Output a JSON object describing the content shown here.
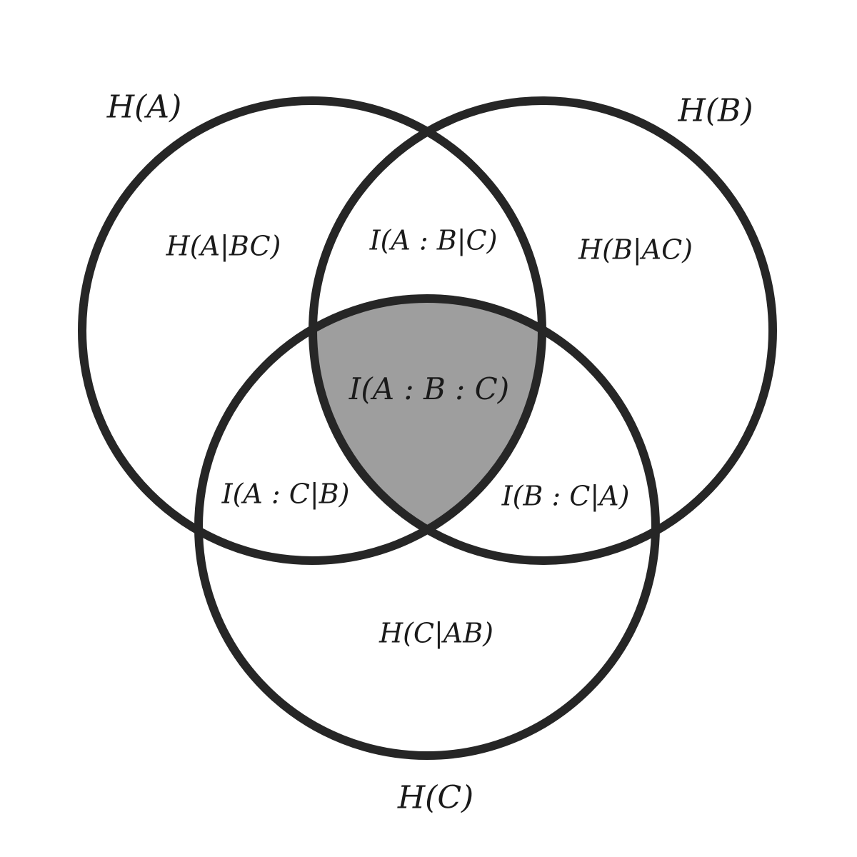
{
  "sets": {
    "a": {
      "label": "H(A)"
    },
    "b": {
      "label": "H(B)"
    },
    "c": {
      "label": "H(C)"
    }
  },
  "regions": {
    "a_only": "H(A|BC)",
    "b_only": "H(B|AC)",
    "c_only": "H(C|AB)",
    "ab_not_c": "I(A : B|C)",
    "ac_not_b": "I(A : C|B)",
    "bc_not_a": "I(B : C|A)",
    "abc": "I(A : B : C)"
  },
  "colors": {
    "outline": "#262626",
    "highlight_fill": "#9e9e9e",
    "background": "#ffffff"
  },
  "highlighted_region": "abc"
}
